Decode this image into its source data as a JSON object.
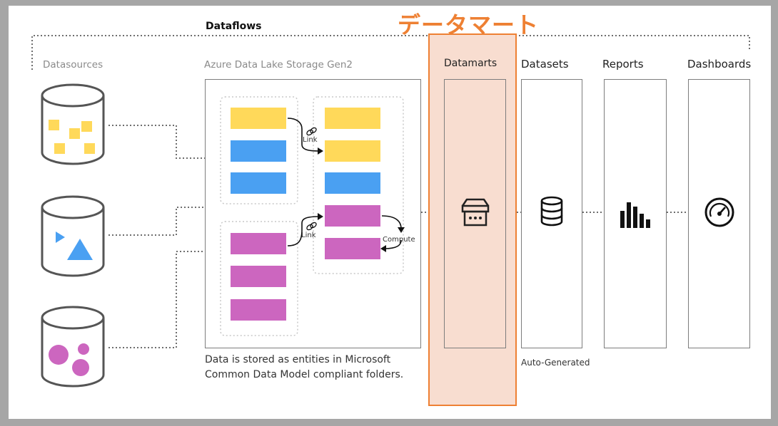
{
  "dataflows_title": "Dataflows",
  "datamart_jp_title": "データマート",
  "columns": {
    "datasources": "Datasources",
    "storage": "Azure Data Lake Storage Gen2",
    "datamarts": "Datamarts",
    "datasets": "Datasets",
    "reports": "Reports",
    "dashboards": "Dashboards"
  },
  "storage_note_line1": "Data is stored as entities in Microsoft",
  "storage_note_line2": "Common Data Model compliant folders.",
  "auto_generated": "Auto-Generated",
  "link_label_1": "Link",
  "link_label_2": "Link",
  "compute_label": "Compute",
  "colors": {
    "yellow": "#ffd95a",
    "blue": "#4aa0f2",
    "magenta": "#cc66bf",
    "accent_orange": "#ee8033",
    "highlight_fill": "#f8ddd0"
  },
  "icons": {
    "datasource_1": "yellow-squares-cylinder-icon",
    "datasource_2": "blue-shapes-cylinder-icon",
    "datasource_3": "magenta-circles-cylinder-icon",
    "datamart": "datamart-store-icon",
    "dataset": "database-icon",
    "report": "bar-chart-icon",
    "dashboard": "gauge-icon"
  }
}
